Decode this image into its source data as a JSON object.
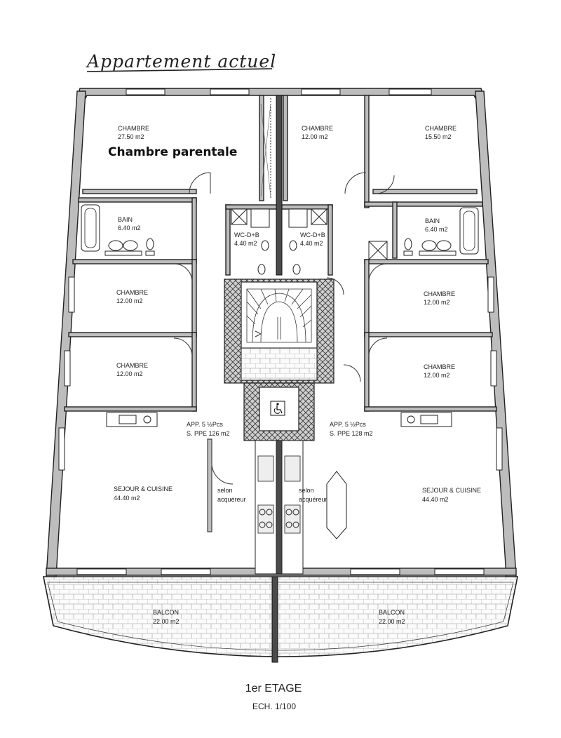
{
  "title": "Appartement actuel",
  "highlight": "Chambre parentale",
  "footer": {
    "floor": "1er ETAGE",
    "scale": "ECH. 1/100"
  },
  "rooms": {
    "chambre_tl": {
      "name": "CHAMBRE",
      "area": "27.50 m2"
    },
    "chambre_tc": {
      "name": "CHAMBRE",
      "area": "12.00 m2"
    },
    "chambre_tr": {
      "name": "CHAMBRE",
      "area": "15.50 m2"
    },
    "bain_l": {
      "name": "BAIN",
      "area": "6.40 m2"
    },
    "bain_r": {
      "name": "BAIN",
      "area": "6.40 m2"
    },
    "wc_l": {
      "name": "WC-D+B",
      "area": "4.40 m2"
    },
    "wc_r": {
      "name": "WC-D+B",
      "area": "4.40 m2"
    },
    "chambre_ml1": {
      "name": "CHAMBRE",
      "area": "12.00 m2"
    },
    "chambre_mr1": {
      "name": "CHAMBRE",
      "area": "12.00 m2"
    },
    "chambre_ml2": {
      "name": "CHAMBRE",
      "area": "12.00 m2"
    },
    "chambre_mr2": {
      "name": "CHAMBRE",
      "area": "12.00 m2"
    },
    "app_l": {
      "name": "APP. 5 ½Pcs",
      "area": "S. PPE 126 m2"
    },
    "app_r": {
      "name": "APP. 5 ½Pcs",
      "area": "S. PPE 128 m2"
    },
    "sejour_l": {
      "name": "SEJOUR & CUISINE",
      "area": "44.40 m2"
    },
    "sejour_r": {
      "name": "SEJOUR & CUISINE",
      "area": "44.40 m2"
    },
    "selon_l": {
      "name": "selon",
      "area": "acquéreur"
    },
    "selon_r": {
      "name": "selon",
      "area": "acquéreur"
    },
    "balcon_l": {
      "name": "BALCON",
      "area": "22.00 m2"
    },
    "balcon_r": {
      "name": "BALCON",
      "area": "22.00 m2"
    }
  },
  "icons": [
    "wheelchair-icon",
    "bathtub-icon",
    "toilet-icon",
    "sink-icon",
    "stairs-icon",
    "door-arc-icon"
  ]
}
